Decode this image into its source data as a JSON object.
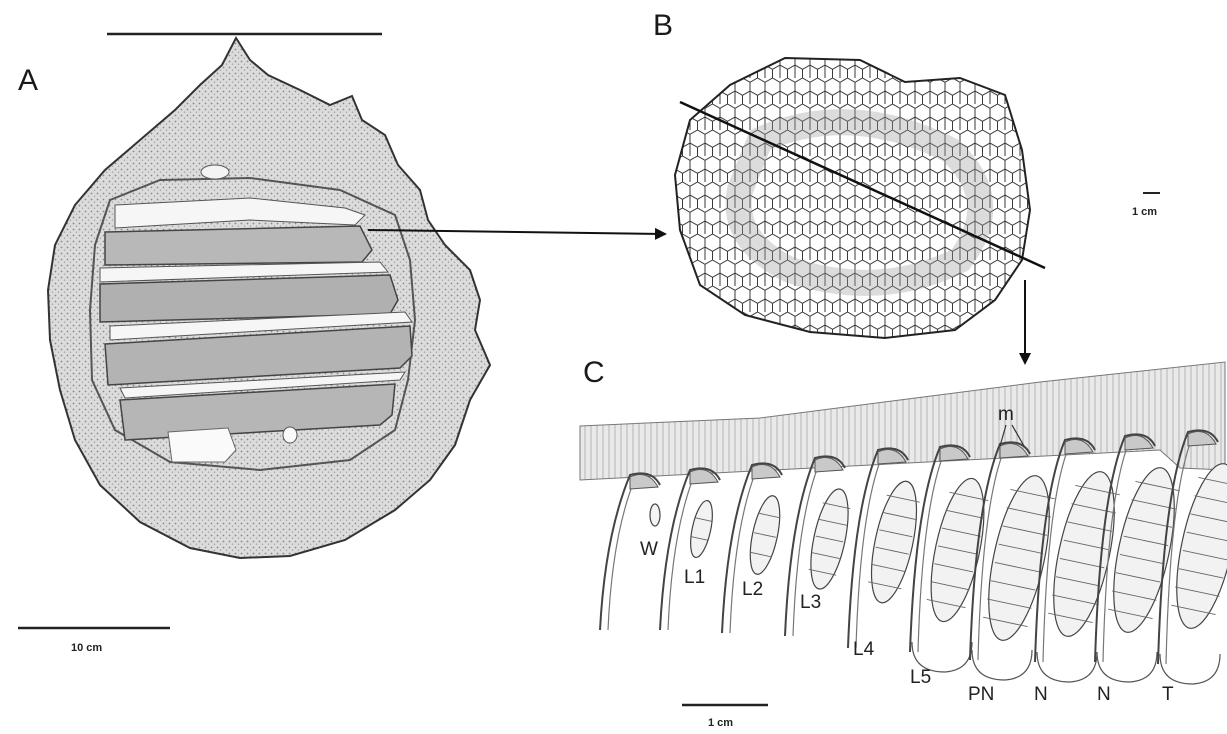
{
  "panels": {
    "a": {
      "letter": "A",
      "scale_label": "10 cm"
    },
    "b": {
      "letter": "B",
      "scale_label": "1 cm"
    },
    "c": {
      "letter": "C",
      "scale_label": "1 cm",
      "marker_label": "m"
    }
  },
  "cells": [
    {
      "label": "W"
    },
    {
      "label": "L1"
    },
    {
      "label": "L2"
    },
    {
      "label": "L3"
    },
    {
      "label": "L4"
    },
    {
      "label": "L5"
    },
    {
      "label": "PN"
    },
    {
      "label": "N"
    },
    {
      "label": "N"
    },
    {
      "label": "T"
    }
  ],
  "colors": {
    "ink": "#222222",
    "paper_fill": "#e6e6e6",
    "comb_cap": "#c9c9c9",
    "comb_line": "#555555"
  }
}
